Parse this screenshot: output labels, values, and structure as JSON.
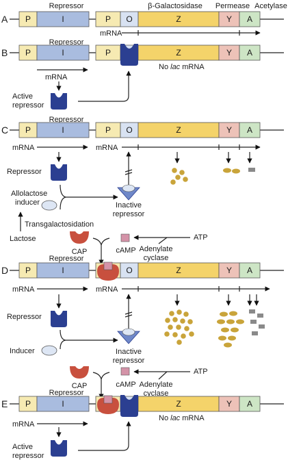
{
  "diagram": {
    "header": {
      "repressor": "Repressor",
      "beta_galactosidase": "β-Galactosidase",
      "permease": "Permease",
      "acetylase": "Acetylase"
    },
    "row_letters": [
      "A",
      "B",
      "C",
      "D",
      "E"
    ],
    "genes": {
      "p": "P",
      "i": "I",
      "o": "O",
      "z": "Z",
      "y": "Y",
      "a": "A"
    },
    "labels": {
      "repressor": "Repressor",
      "mrna": "mRNA",
      "no_lac_mrna_prefix": "No ",
      "no_lac_mrna_italic": "lac",
      "no_lac_mrna_suffix": " mRNA",
      "active_repressor_line1": "Active",
      "active_repressor_line2": "repressor",
      "allolactose_line1": "Allolactose",
      "allolactose_line2": "inducer",
      "inactive_repressor_line1": "Inactive",
      "inactive_repressor_line2": "repressor",
      "transgalactosidation": "Transgalactosidation",
      "lactose": "Lactose",
      "cap": "CAP",
      "camp": "cAMP",
      "atp": "ATP",
      "adenylate_line1": "Adenylate",
      "adenylate_line2": "cyclase",
      "inducer": "Inducer"
    },
    "colors": {
      "promoter": "#f6eab2",
      "repressor_gene": "#a9bcdf",
      "operator": "#d8e2f2",
      "z_gene": "#f4d36a",
      "y_gene": "#edc2b8",
      "a_gene": "#cde5c5",
      "repressor_protein": "#2b3f91",
      "inactive_repressor": "#6f88c8",
      "cap_protein": "#c8503e",
      "camp": "#d493a8",
      "enzyme_z": "#c9a43a",
      "enzyme_a": "#8a8a8a"
    }
  }
}
